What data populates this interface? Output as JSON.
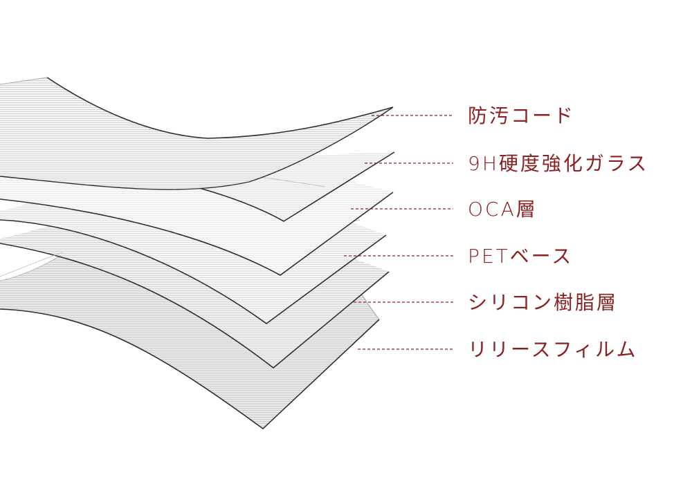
{
  "diagram": {
    "accent_color": "#8b2020",
    "line_color": "#2e2e2e",
    "layers": [
      {
        "label": "防汚コード",
        "fill": "#f4f4f4"
      },
      {
        "label": "9H硬度強化ガラス",
        "fill": "#f7f7f7"
      },
      {
        "label": "OCA層",
        "fill": "#fafafa"
      },
      {
        "label": "PETベース",
        "fill": "#f6f6f6"
      },
      {
        "label": "シリコン樹脂層",
        "fill": "#f1f1f1"
      },
      {
        "label": "リリースフィルム",
        "fill": "#e9e9e9"
      }
    ]
  }
}
